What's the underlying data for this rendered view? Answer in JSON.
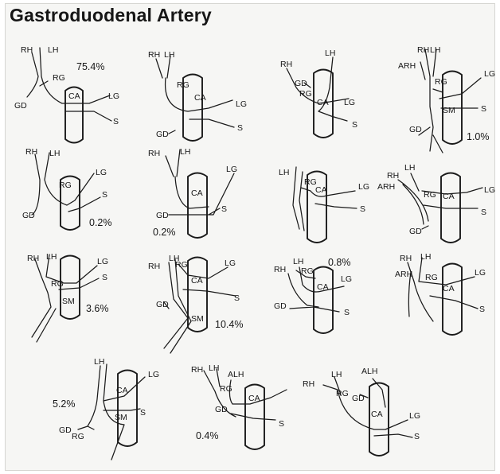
{
  "title": "Gastroduodenal Artery",
  "variants": [
    {
      "labels": [
        "RH",
        "LH",
        "RG",
        "CA",
        "LG",
        "GD",
        "S"
      ],
      "percent": "75.4%"
    },
    {
      "labels": [
        "RH",
        "LH",
        "RG",
        "CA",
        "LG",
        "GD",
        "S"
      ],
      "percent": ""
    },
    {
      "labels": [
        "RH",
        "LH",
        "GD",
        "RG",
        "CA",
        "LG",
        "S"
      ],
      "percent": ""
    },
    {
      "labels": [
        "RH",
        "LH",
        "ARH",
        "RG",
        "LG",
        "SM",
        "S",
        "GD"
      ],
      "percent": "1.0%"
    },
    {
      "labels": [
        "RH",
        "LH",
        "LG",
        "RG",
        "S",
        "GD"
      ],
      "percent": "0.2%"
    },
    {
      "labels": [
        "RH",
        "LH",
        "LG",
        "CA",
        "GD",
        "S"
      ],
      "percent": "0.2%"
    },
    {
      "labels": [
        "LH",
        "RG",
        "CA",
        "LG",
        "S"
      ],
      "percent": ""
    },
    {
      "labels": [
        "LH",
        "RH",
        "ARH",
        "RG",
        "CA",
        "LG",
        "GD",
        "S"
      ],
      "percent": ""
    },
    {
      "labels": [
        "RH",
        "LH",
        "LG",
        "S",
        "RG",
        "SM"
      ],
      "percent": "3.6%"
    },
    {
      "labels": [
        "LH",
        "RG",
        "RH",
        "LG",
        "CA",
        "S",
        "GD",
        "SM"
      ],
      "percent": "10.4%"
    },
    {
      "labels": [
        "LH",
        "RH",
        "RG",
        "CA",
        "LG",
        "GD",
        "S"
      ],
      "percent": "0.8%"
    },
    {
      "labels": [
        "RH",
        "LH",
        "ARH",
        "RG",
        "LG",
        "CA",
        "S"
      ],
      "percent": ""
    },
    {
      "labels": [
        "LH",
        "LG",
        "CA",
        "S",
        "SM",
        "GD",
        "RG"
      ],
      "percent": "5.2%"
    },
    {
      "labels": [
        "RH",
        "LH",
        "ALH",
        "RG",
        "CA",
        "GD",
        "S"
      ],
      "percent": "0.4%"
    },
    {
      "labels": [
        "RH",
        "LH",
        "ALH",
        "RG",
        "GD",
        "CA",
        "LG",
        "S"
      ],
      "percent": ""
    }
  ]
}
